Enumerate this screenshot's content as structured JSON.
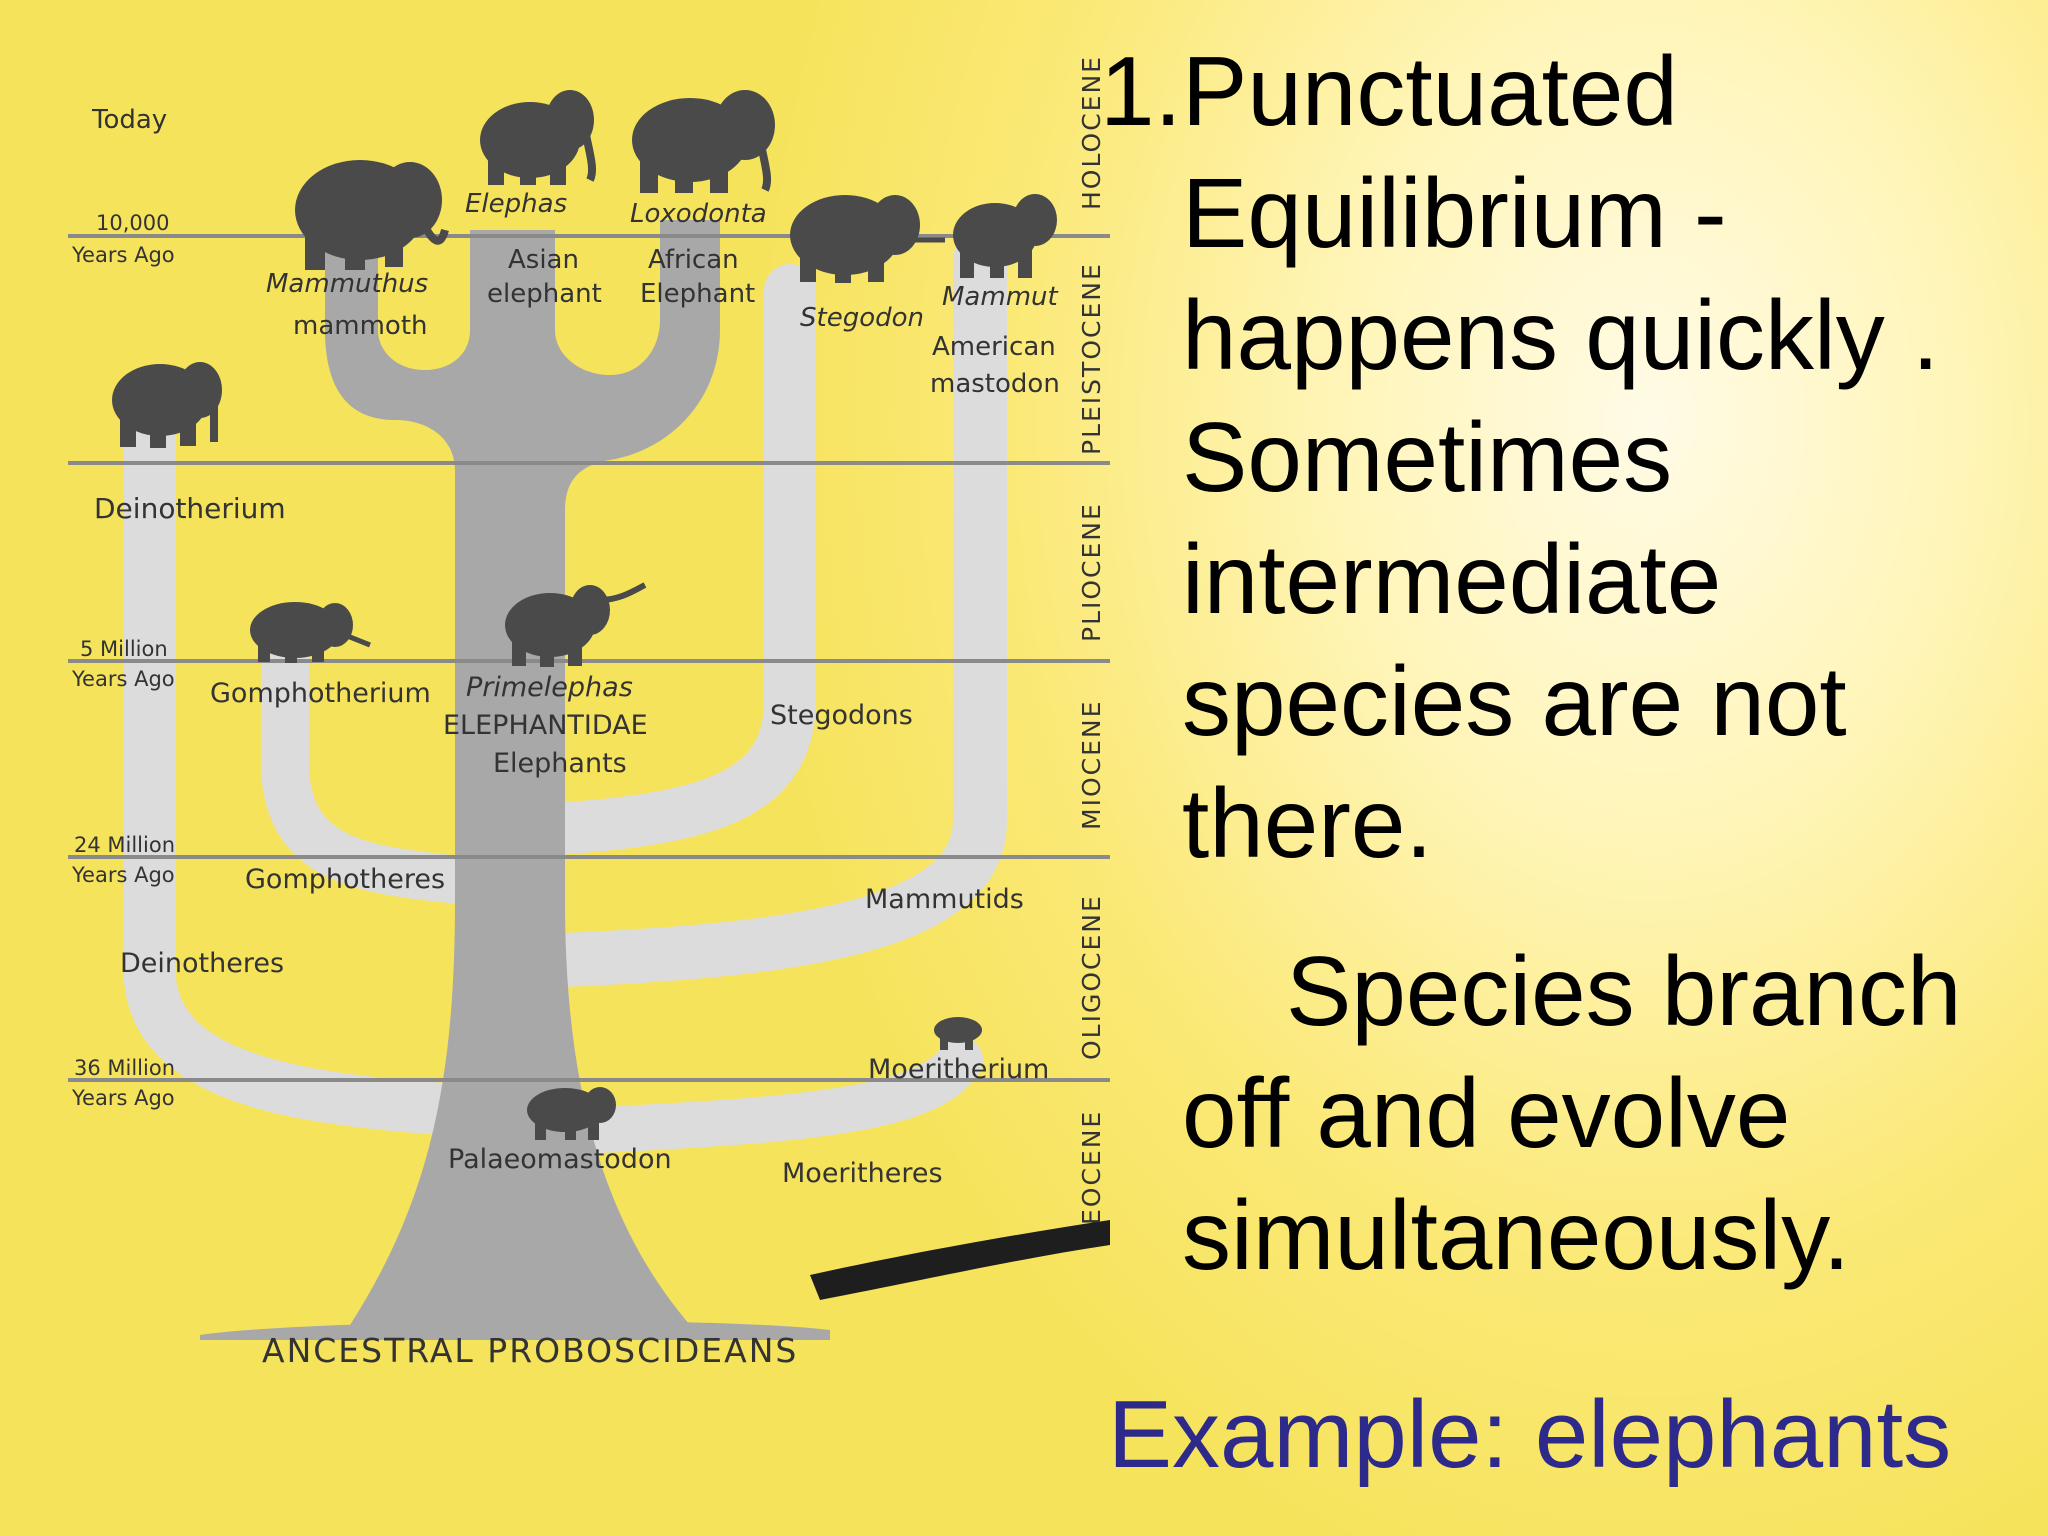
{
  "diagram": {
    "time_labels": {
      "today": "Today",
      "t10000_a": "10,000",
      "t10000_b": "Years Ago",
      "t5m_a": "5 Million",
      "t5m_b": "Years Ago",
      "t24m_a": "24 Million",
      "t24m_b": "Years Ago",
      "t36m_a": "36 Million",
      "t36m_b": "Years Ago"
    },
    "epochs": {
      "holocene": "HOLOCENE",
      "pleistocene": "PLEISTOCENE",
      "pliocene": "PLIOCENE",
      "miocene": "MIOCENE",
      "oligocene": "OLIGOCENE",
      "eocene": "EOCENE"
    },
    "taxa": {
      "elephas": "Elephas",
      "asian_a": "Asian",
      "asian_b": "elephant",
      "loxodonta": "Loxodonta",
      "african_a": "African",
      "african_b": "Elephant",
      "mammuthus": "Mammuthus",
      "mammoth": "mammoth",
      "stegodon": "Stegodon",
      "mammut": "Mammut",
      "american_a": "American",
      "american_b": "mastodon",
      "deinotherium": "Deinotherium",
      "gomphotherium": "Gomphotherium",
      "primelephas": "Primelephas",
      "elephantidae": "ELEPHANTIDAE",
      "elephants": "Elephants",
      "stegodons": "Stegodons",
      "gomphotheres": "Gomphotheres",
      "mammutids": "Mammutids",
      "deinotheres": "Deinotheres",
      "moeritherium": "Moeritherium",
      "palaeomastodon": "Palaeomastodon",
      "moeritheres": "Moeritheres",
      "ancestral": "ANCESTRAL PROBOSCIDEANS"
    },
    "colors": {
      "trunk": "#a8a8a8",
      "branch_light": "#dcdcdc",
      "line": "#8a8a8a",
      "silhouette": "#4a4a4a"
    }
  },
  "text": {
    "point1_number": "1.",
    "point1_body": "Punctuated Equilibrium - happens quickly . Sometimes intermediate species are not there.",
    "point2_first": "Species branch",
    "point2_rest": "off and evolve simultaneously.",
    "example": "Example: elephants"
  }
}
